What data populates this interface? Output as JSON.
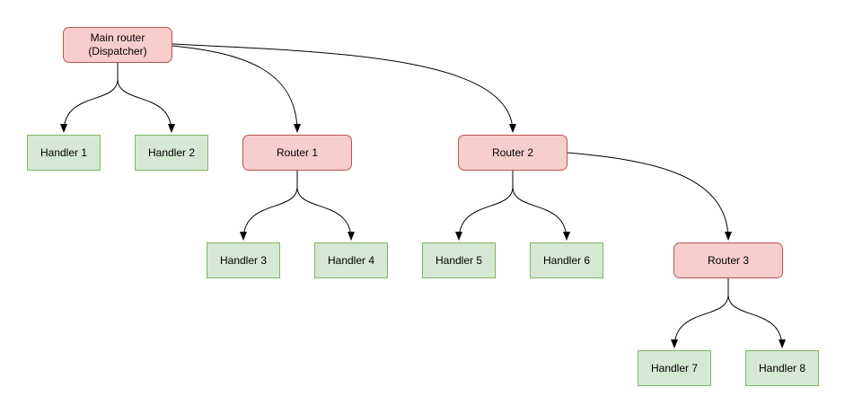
{
  "diagram": {
    "type": "tree",
    "background": "#ffffff",
    "colors": {
      "router_fill": "#f8cecc",
      "router_border": "#b85450",
      "handler_fill": "#d5e8d4",
      "handler_border": "#82b366",
      "edge": "#000000",
      "text": "#000000"
    },
    "nodes": [
      {
        "id": "main-router",
        "type": "router",
        "label": "Main router\n(Dispatcher)"
      },
      {
        "id": "handler-1",
        "type": "handler",
        "label": "Handler 1"
      },
      {
        "id": "handler-2",
        "type": "handler",
        "label": "Handler 2"
      },
      {
        "id": "router-1",
        "type": "router",
        "label": "Router 1"
      },
      {
        "id": "router-2",
        "type": "router",
        "label": "Router 2"
      },
      {
        "id": "handler-3",
        "type": "handler",
        "label": "Handler 3"
      },
      {
        "id": "handler-4",
        "type": "handler",
        "label": "Handler 4"
      },
      {
        "id": "handler-5",
        "type": "handler",
        "label": "Handler 5"
      },
      {
        "id": "handler-6",
        "type": "handler",
        "label": "Handler 6"
      },
      {
        "id": "router-3",
        "type": "router",
        "label": "Router 3"
      },
      {
        "id": "handler-7",
        "type": "handler",
        "label": "Handler 7"
      },
      {
        "id": "handler-8",
        "type": "handler",
        "label": "Handler 8"
      }
    ],
    "edges": [
      {
        "from": "main-router",
        "to": "handler-1"
      },
      {
        "from": "main-router",
        "to": "handler-2"
      },
      {
        "from": "main-router",
        "to": "router-1"
      },
      {
        "from": "main-router",
        "to": "router-2"
      },
      {
        "from": "router-1",
        "to": "handler-3"
      },
      {
        "from": "router-1",
        "to": "handler-4"
      },
      {
        "from": "router-2",
        "to": "handler-5"
      },
      {
        "from": "router-2",
        "to": "handler-6"
      },
      {
        "from": "router-2",
        "to": "router-3"
      },
      {
        "from": "router-3",
        "to": "handler-7"
      },
      {
        "from": "router-3",
        "to": "handler-8"
      }
    ]
  }
}
